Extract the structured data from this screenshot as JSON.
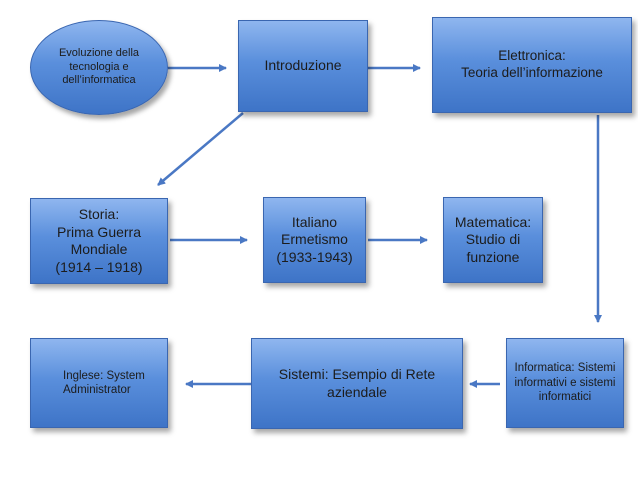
{
  "nodes": {
    "evoluzione": "Evoluzione della\ntecnologia e\ndell’informatica",
    "introduzione": "Introduzione",
    "elettronica": "Elettronica:\nTeoria dell’informazione",
    "storia": "Storia:\nPrima Guerra\nMondiale\n(1914 – 1918)",
    "italiano": "Italiano\nErmetismo\n(1933-1943)",
    "matematica": "Matematica:\nStudio di\nfunzione",
    "informatica": "Informatica: Sistemi\ninformativi e sistemi\ninformatici",
    "sistemi": "Sistemi: Esempio di Rete\naziendale",
    "inglese": "Inglese: System\nAdministrator"
  },
  "colors": {
    "box_fill": "#5a8fdc",
    "box_border": "#3a66b0",
    "arrow": "#4a78c4"
  }
}
